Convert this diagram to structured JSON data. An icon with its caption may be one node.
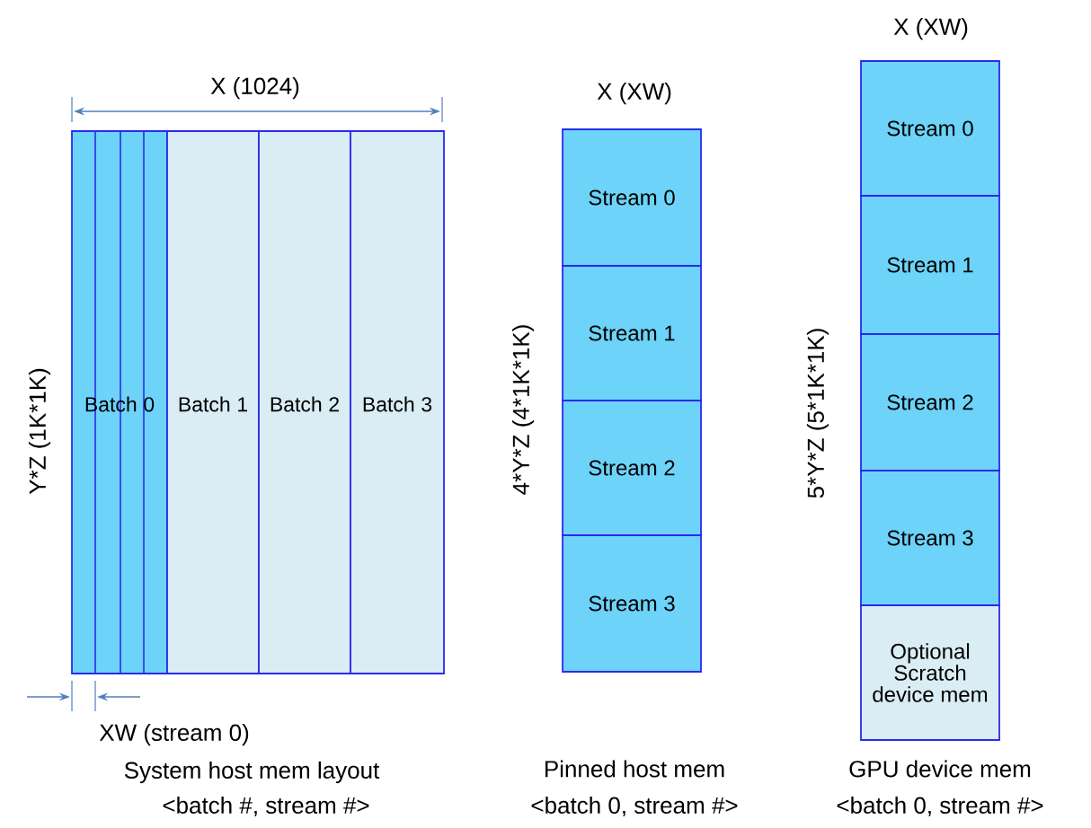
{
  "diagram": {
    "nodes": [
      {
        "text": [
          "Batch 0"
        ]
      },
      {
        "text": [
          "Batch 1"
        ]
      },
      {
        "text": [
          "Batch 2"
        ]
      },
      {
        "text": [
          "Batch 3"
        ]
      },
      {
        "text": [
          "Stream 0"
        ]
      },
      {
        "text": [
          "Stream 1"
        ]
      },
      {
        "text": [
          "Stream 2"
        ]
      },
      {
        "text": [
          "Stream 3"
        ]
      },
      {
        "text": [
          "Stream 0"
        ]
      },
      {
        "text": [
          "Stream 1"
        ]
      },
      {
        "text": [
          "Stream 2"
        ]
      },
      {
        "text": [
          "Stream 3"
        ]
      },
      {
        "text": [
          "Optional Scratch device mem"
        ]
      }
    ],
    "labels": [
      "X (1024)",
      "Y*Z (1K*1K)",
      "XW (stream 0)",
      "System host mem layout",
      "<batch #, stream #>",
      "X (XW)",
      "4*Y*Z (4*1K*1K)",
      "Pinned host mem",
      "<batch 0, stream #>",
      "X (XW)",
      "5*Y*Z (5*1K*1K)",
      "GPU device mem",
      "<batch 0, stream #>"
    ]
  }
}
